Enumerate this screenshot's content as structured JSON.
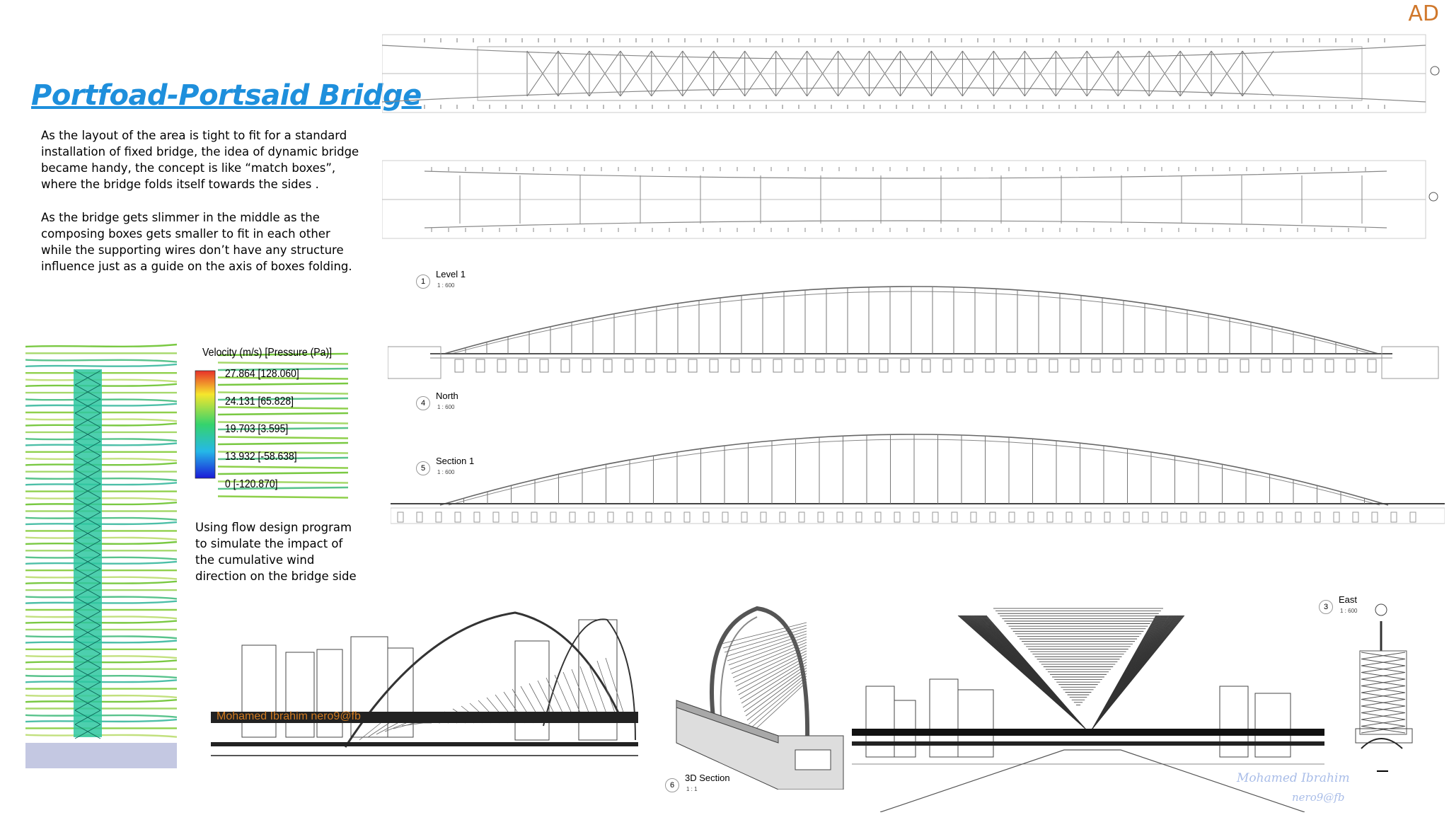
{
  "badge": "AD",
  "title": "Portfoad-Portsaid Bridge",
  "description": {
    "paragraph1": "As the layout of the area is tight to fit for a standard installation of fixed bridge, the idea of dynamic bridge became handy, the concept is like “match boxes”, where the bridge folds itself towards the sides .",
    "paragraph2": "As the bridge gets slimmer in the middle as the composing boxes gets smaller to fit in each other while the supporting wires don’t have any structure influence just as a guide on the axis of boxes folding."
  },
  "flow_note": "Using flow design program to simulate the impact of the cumulative wind direction on the bridge side",
  "legend": {
    "title": "Velocity (m/s) [Pressure (Pa)]",
    "values": [
      "27.864 [128.060]",
      "24.131 [65.828]",
      "19.703 [3.595]",
      "13.932 [-58.638]",
      "0 [-120.870]"
    ]
  },
  "views": {
    "level1": {
      "number": "1",
      "name": "Level 1",
      "scale": "1 : 600"
    },
    "north": {
      "number": "4",
      "name": "North",
      "scale": "1 : 600"
    },
    "section1": {
      "number": "5",
      "name": "Section 1",
      "scale": "1 : 600"
    },
    "east": {
      "number": "3",
      "name": "East",
      "scale": "1 : 600"
    },
    "section3d": {
      "number": "6",
      "name": "3D Section",
      "scale": "1 : 1"
    }
  },
  "watermarks": {
    "render": "Mohamed Ibrahim  nero9@fb",
    "signature_line1": "Mohamed Ibrahim",
    "signature_line2": "nero9@fb"
  },
  "colors": {
    "title": "#1e8fdc",
    "badge": "#d0782c",
    "watermark_orange": "#d07a20",
    "watermark_blue": "#a9bde8"
  }
}
